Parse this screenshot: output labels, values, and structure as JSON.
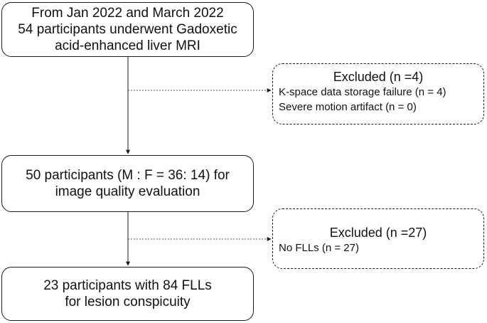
{
  "main_boxes": [
    {
      "lines": [
        "From Jan 2022 and March 2022",
        "54 participants underwent Gadoxetic",
        "acid-enhanced liver MRI"
      ]
    },
    {
      "lines": [
        "50 participants (M : F = 36: 14) for",
        "image quality evaluation"
      ]
    },
    {
      "lines": [
        "23 participants with 84 FLLs",
        "for lesion conspicuity"
      ]
    }
  ],
  "exclusions": [
    {
      "title": "Excluded (n =4)",
      "items": [
        "K-space data storage failure (n = 4)",
        "Severe motion artifact (n = 0)"
      ]
    },
    {
      "title": "Excluded (n =27)",
      "items": [
        "No FLLs (n = 27)"
      ]
    }
  ]
}
